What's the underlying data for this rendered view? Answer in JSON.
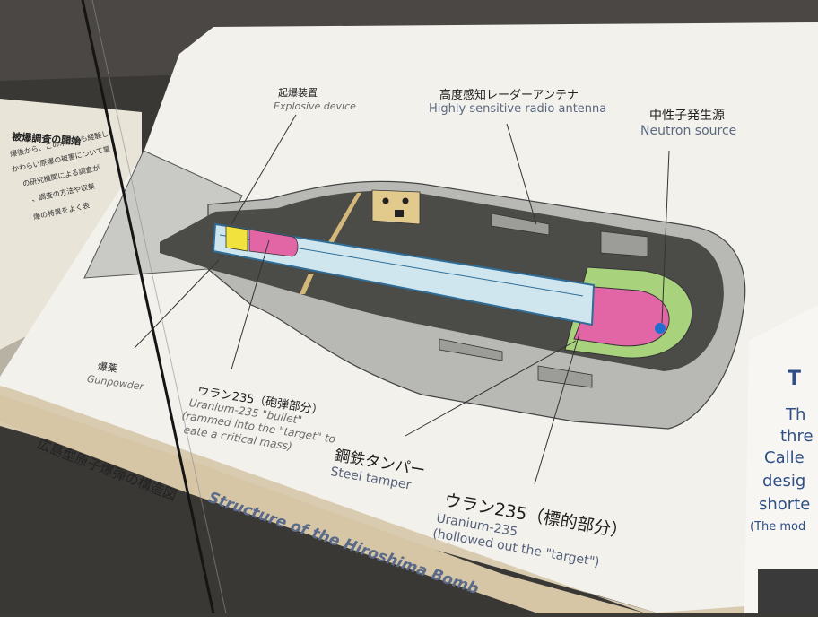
{
  "left_panel": {
    "heading": "被爆調査の開始",
    "lines": [
      "爆後から、この木で最も経験し",
      "かわらい原爆の被害について掌",
      "の研究機関による調査が",
      "、調査の方法や収集",
      "爆の特異をよく表"
    ]
  },
  "diagram": {
    "explosive_device": {
      "jp": "起爆装置",
      "en": "Explosive device"
    },
    "radio_antenna": {
      "jp": "高度感知レーダーアンテナ",
      "en": "Highly sensitive radio antenna"
    },
    "neutron_source": {
      "jp": "中性子発生源",
      "en": "Neutron source"
    },
    "gunpowder": {
      "jp": "爆薬",
      "en": "Gunpowder"
    },
    "uranium_bullet": {
      "jp": "ウラン235（砲弾部分）",
      "en1": "Uranium-235 \"bullet\"",
      "en2": "(rammed into the \"target\" to",
      "en3": "eate a critical mass)"
    },
    "steel_tamper": {
      "jp": "鋼鉄タンパー",
      "en": "Steel tamper"
    },
    "uranium_target": {
      "jp": "ウラン235（標的部分）",
      "en1": "Uranium-235",
      "en2": "(hollowed out the \"target\")"
    }
  },
  "title_strip": {
    "jp": "広島型原子爆弾の構造図",
    "en": "Structure of the Hiroshima Bomb"
  },
  "right_panel": {
    "heading": "T",
    "lines": [
      "Th",
      "thre",
      "Calle",
      "desig",
      "shorte",
      "(The mod"
    ]
  }
}
